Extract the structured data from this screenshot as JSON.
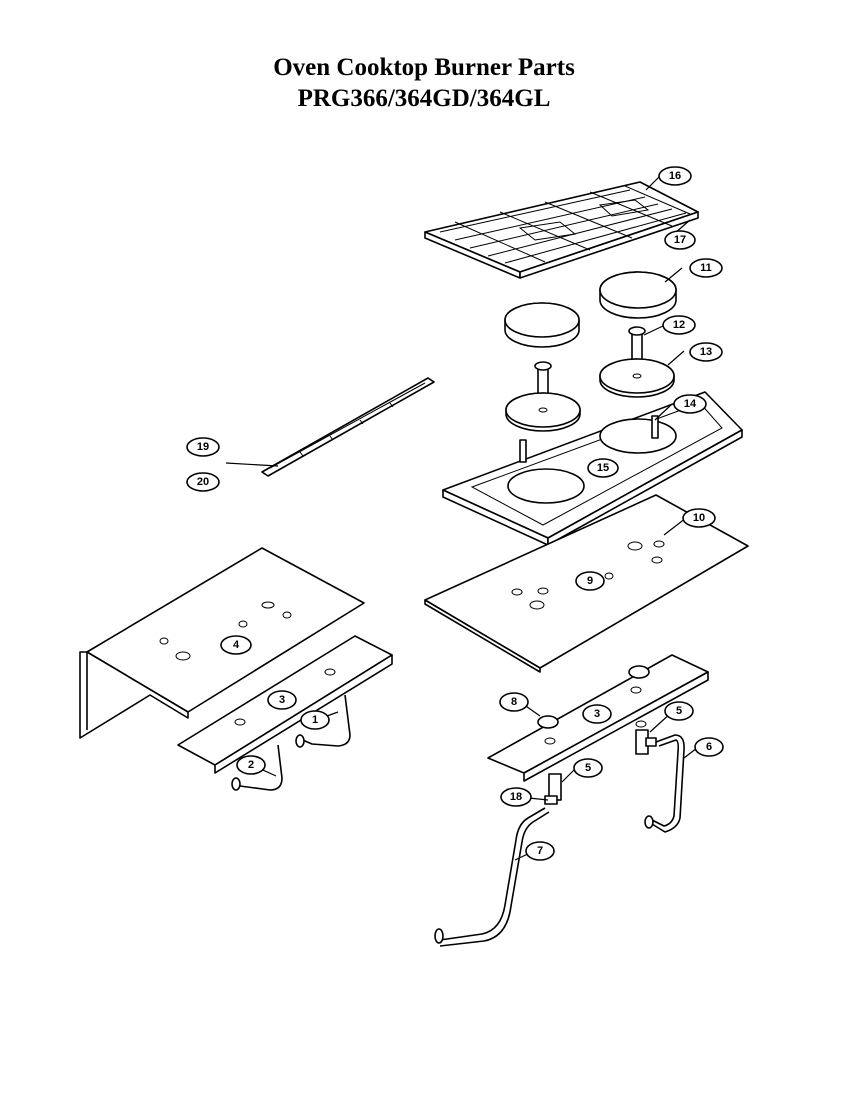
{
  "title_line1": "Oven Cooktop Burner Parts",
  "title_line2": "PRG366/364GD/364GL",
  "callouts": {
    "c1": "1",
    "c2": "2",
    "c3a": "3",
    "c3b": "3",
    "c4": "4",
    "c5a": "5",
    "c5b": "5",
    "c6": "6",
    "c7": "7",
    "c8": "8",
    "c9": "9",
    "c10": "10",
    "c11": "11",
    "c12": "12",
    "c13": "13",
    "c14": "14",
    "c15": "15",
    "c16": "16",
    "c17": "17",
    "c18": "18",
    "c19": "19",
    "c20": "20"
  }
}
